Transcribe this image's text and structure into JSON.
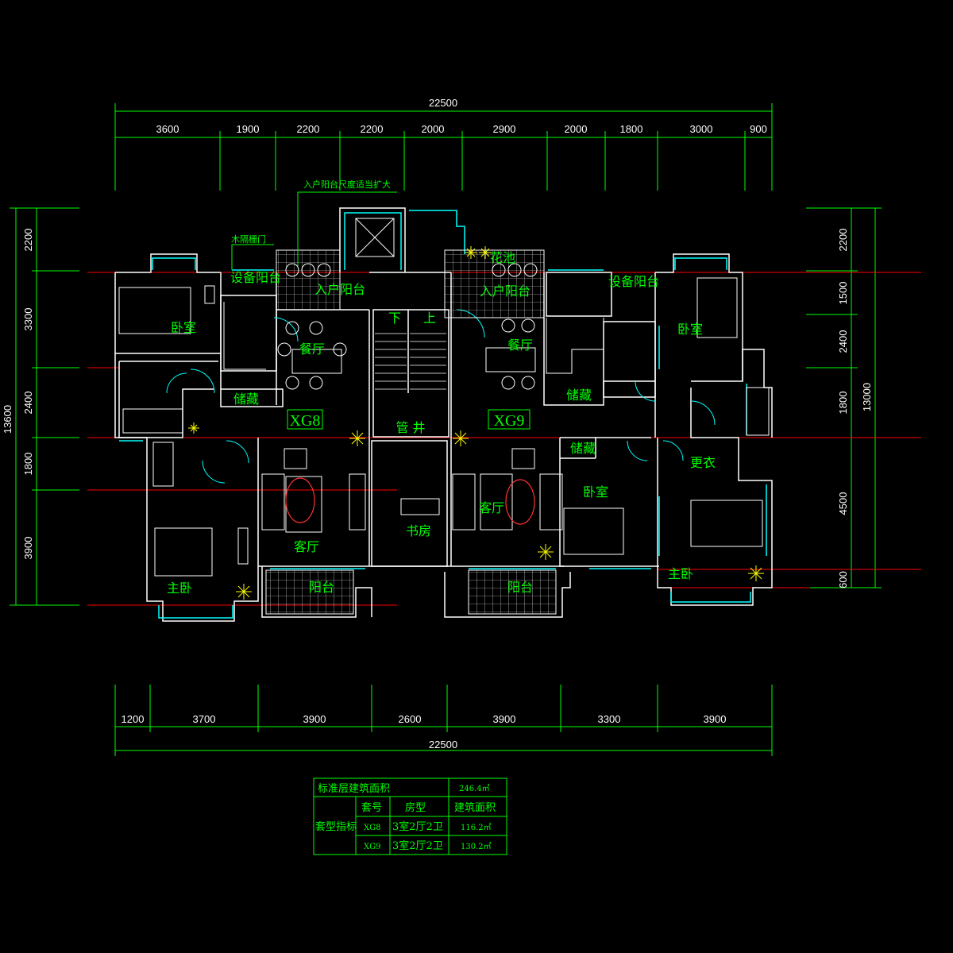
{
  "colors": {
    "background": "#000000",
    "dimension": "#00ff00",
    "wall": "#ffffff",
    "window": "#00ffff",
    "axis": "#ff0000",
    "label": "#00ff00",
    "outline": "#ffff00"
  },
  "top_dimensions": {
    "total": "22500",
    "segments": [
      "3600",
      "1900",
      "2200",
      "2200",
      "2000",
      "2900",
      "2000",
      "1800",
      "3000",
      "900"
    ]
  },
  "bottom_dimensions": {
    "total": "22500",
    "segments": [
      "1200",
      "3700",
      "3900",
      "2600",
      "3900",
      "3300",
      "3900"
    ]
  },
  "left_dimensions": {
    "total": "13600",
    "segments": [
      "2200",
      "3300",
      "2400",
      "1800",
      "3900"
    ]
  },
  "right_dimensions": {
    "total": "13000",
    "segments": [
      "2200",
      "1500",
      "2400",
      "1800",
      "4500",
      "600"
    ]
  },
  "notes": {
    "entry_balcony_note": "入户阳台尺度适当扩大",
    "wood_fence_door": "木隔栅门"
  },
  "rooms": {
    "bedroom_left": "卧室",
    "equipment_balcony_left": "设备阳台",
    "entry_balcony_left": "入户阳台",
    "dining_left": "餐厅",
    "storage_left": "储藏",
    "unit_left": "XG8",
    "down": "下",
    "up": "上",
    "shaft": "管 井",
    "living_left": "客厅",
    "study": "书房",
    "master_left": "主卧",
    "balcony_left": "阳台",
    "flower_pond": "花池",
    "entry_balcony_right": "入户阳台",
    "dining_right": "餐厅",
    "storage_right_top": "储藏",
    "equipment_balcony_right": "设备阳台",
    "bedroom_right_top": "卧室",
    "unit_right": "XG9",
    "storage_right_mid": "储藏",
    "bedroom_right_mid": "卧室",
    "living_right": "客厅",
    "balcony_right": "阳台",
    "dressing": "更衣",
    "master_right": "主卧"
  },
  "area_table": {
    "title": "标准层建筑面积",
    "total_area": "246.4㎡",
    "row_header": "套型指标",
    "col_unit": "套号",
    "col_type": "房型",
    "col_area": "建筑面积",
    "rows": [
      {
        "unit": "XG8",
        "type": "3室2厅2卫",
        "area": "116.2㎡"
      },
      {
        "unit": "XG9",
        "type": "3室2厅2卫",
        "area": "130.2㎡"
      }
    ]
  }
}
